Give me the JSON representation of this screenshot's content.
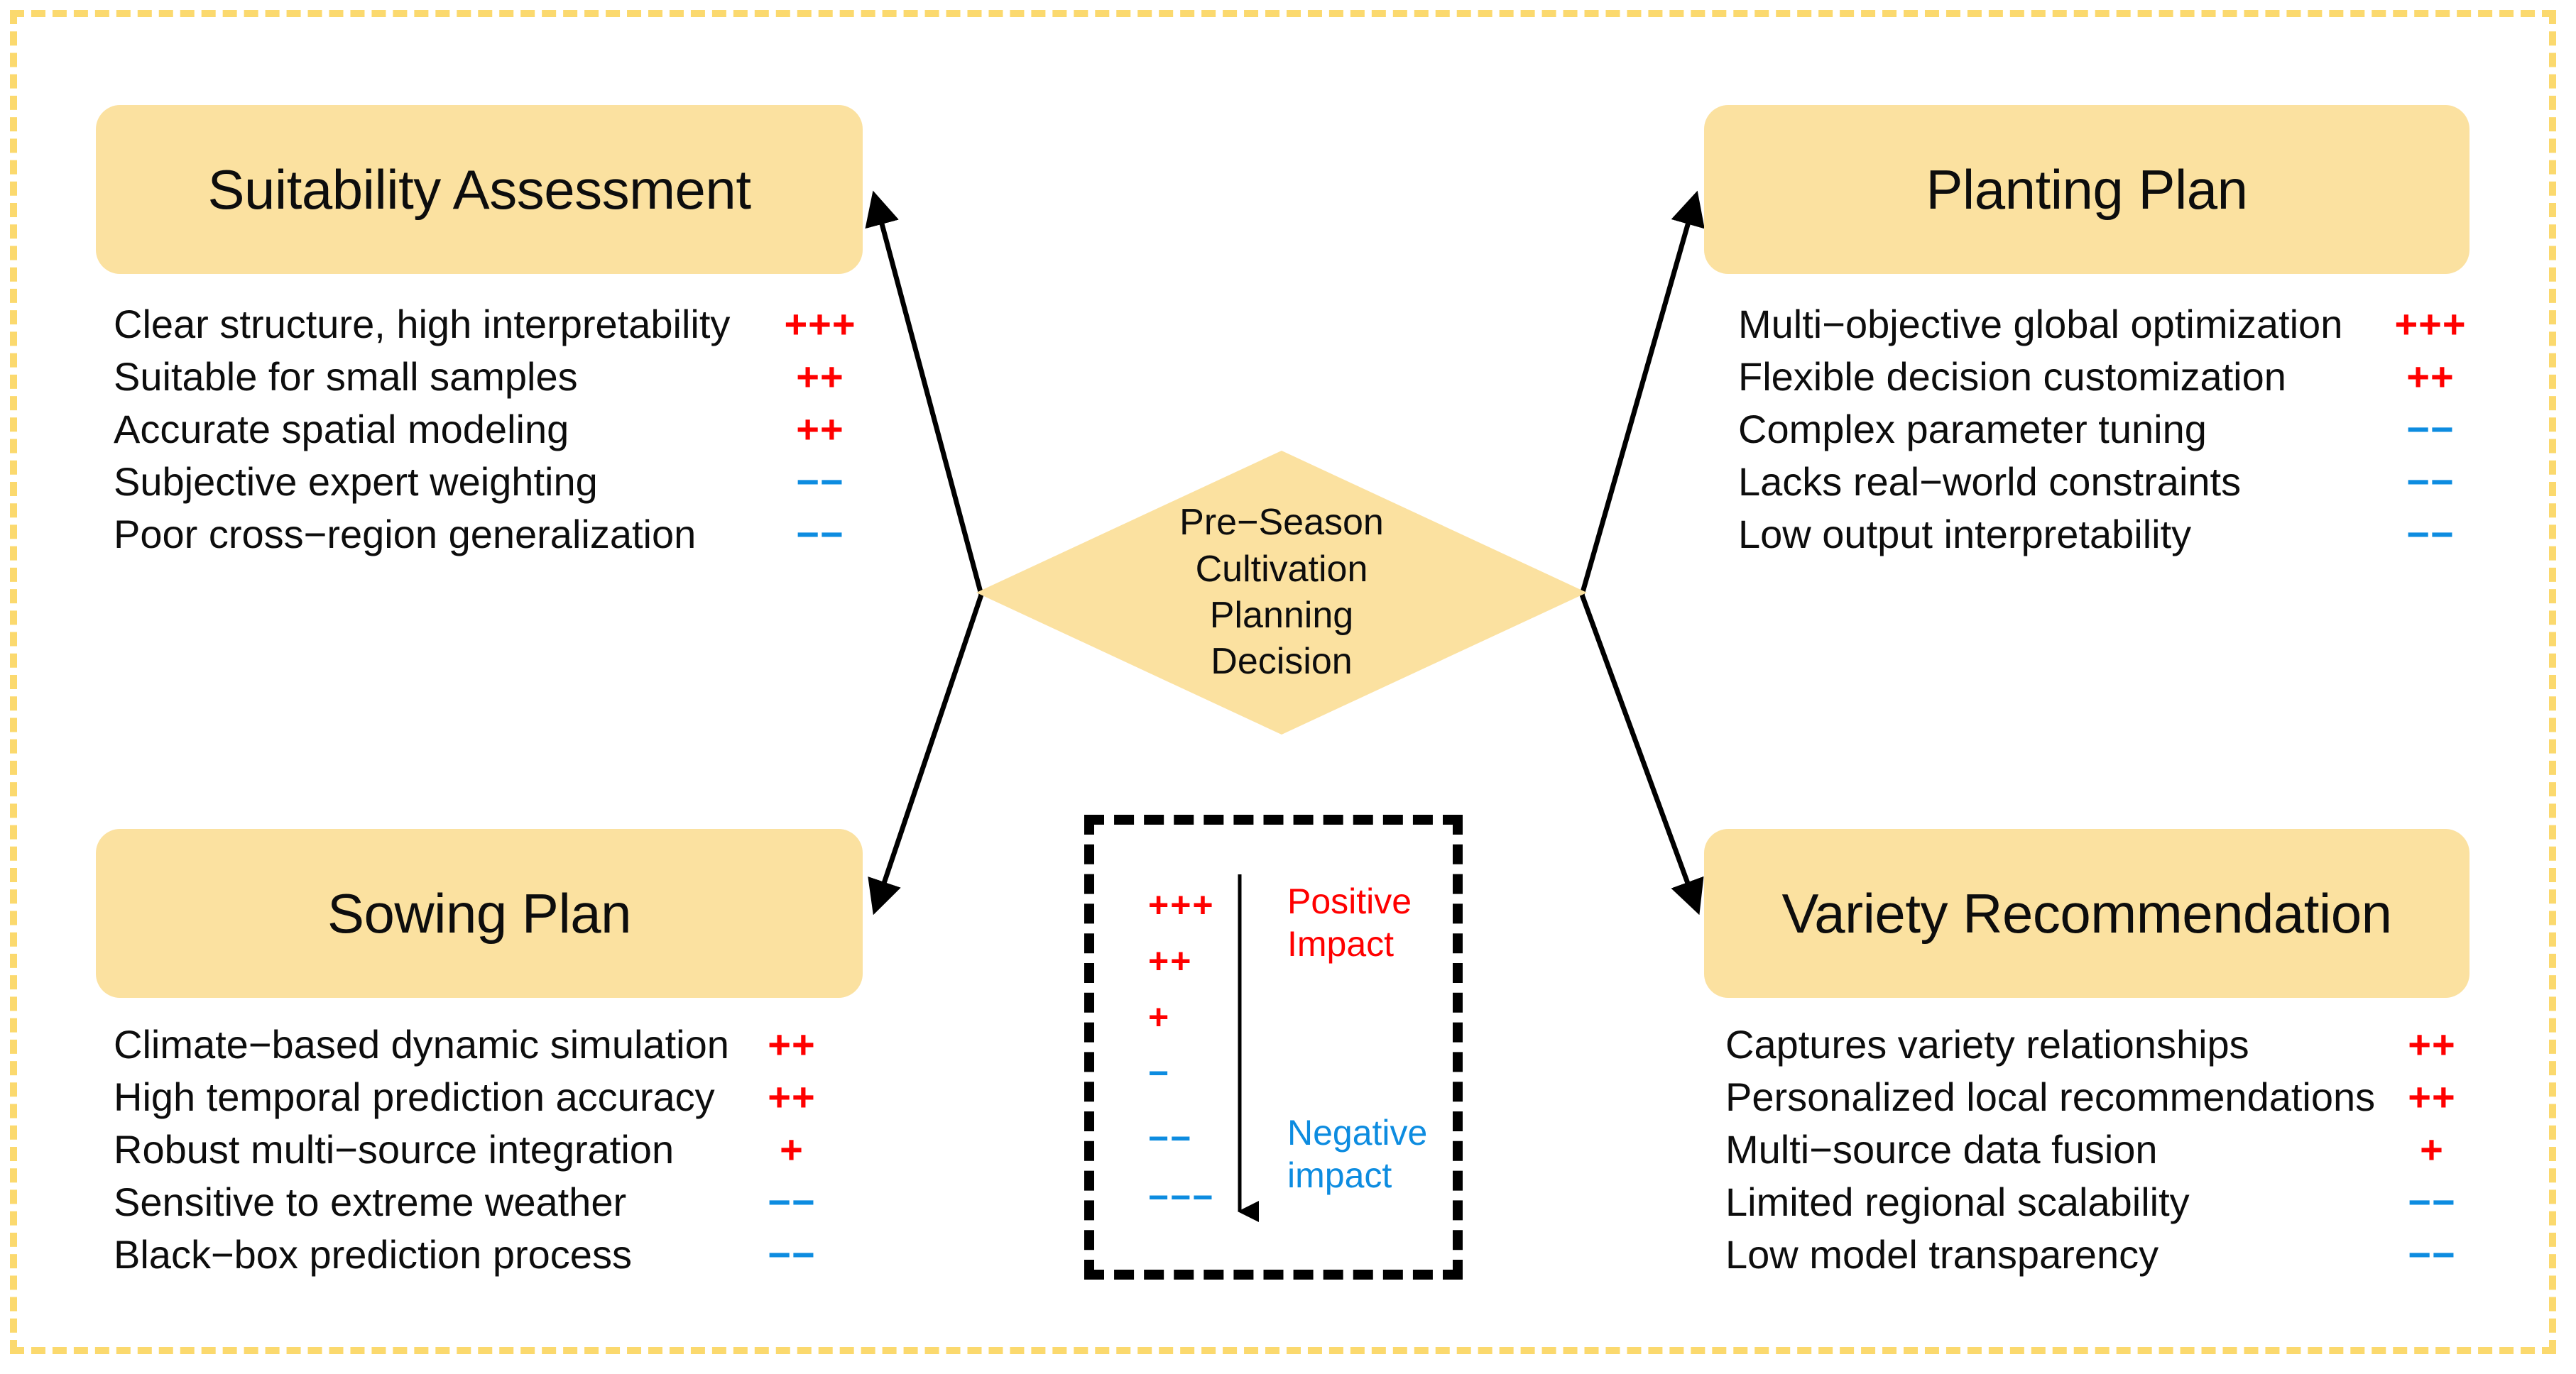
{
  "frame": {
    "border_color": "#fbd96e",
    "style": "dashed"
  },
  "palette": {
    "node_fill": "#fbe1a0",
    "positive": "#ff0000",
    "negative": "#0d8ce0",
    "text": "#0d0d0d",
    "connector": "#000000",
    "background": "#ffffff"
  },
  "center": {
    "shape": "diamond",
    "lines": [
      "Pre−Season",
      "Cultivation",
      "Planning",
      "Decision"
    ]
  },
  "quadrants": {
    "top_left": {
      "title": "Suitability Assessment",
      "features": [
        {
          "label": "Clear structure, high interpretability",
          "mark": "+++",
          "polarity": "positive"
        },
        {
          "label": "Suitable for small samples",
          "mark": "++",
          "polarity": "positive"
        },
        {
          "label": "Accurate spatial modeling",
          "mark": "++",
          "polarity": "positive"
        },
        {
          "label": "Subjective expert weighting",
          "mark": "−−",
          "polarity": "negative"
        },
        {
          "label": "Poor cross−region generalization",
          "mark": "−−",
          "polarity": "negative"
        }
      ]
    },
    "top_right": {
      "title": "Planting Plan",
      "features": [
        {
          "label": "Multi−objective global optimization",
          "mark": "+++",
          "polarity": "positive"
        },
        {
          "label": "Flexible decision customization",
          "mark": "++",
          "polarity": "positive"
        },
        {
          "label": "Complex parameter tuning",
          "mark": "−−",
          "polarity": "negative"
        },
        {
          "label": "Lacks real−world constraints",
          "mark": "−−",
          "polarity": "negative"
        },
        {
          "label": "Low output interpretability",
          "mark": "−−",
          "polarity": "negative"
        }
      ]
    },
    "bottom_left": {
      "title": "Sowing Plan",
      "features": [
        {
          "label": "Climate−based dynamic simulation",
          "mark": "++",
          "polarity": "positive"
        },
        {
          "label": "High temporal prediction accuracy",
          "mark": "++",
          "polarity": "positive"
        },
        {
          "label": "Robust multi−source integration",
          "mark": "+",
          "polarity": "positive"
        },
        {
          "label": "Sensitive to extreme weather",
          "mark": "−−",
          "polarity": "negative"
        },
        {
          "label": "Black−box prediction process",
          "mark": "−−",
          "polarity": "negative"
        }
      ]
    },
    "bottom_right": {
      "title": "Variety Recommendation",
      "features": [
        {
          "label": "Captures variety relationships",
          "mark": "++",
          "polarity": "positive"
        },
        {
          "label": "Personalized local recommendations",
          "mark": "++",
          "polarity": "positive"
        },
        {
          "label": "Multi−source data fusion",
          "mark": "+",
          "polarity": "positive"
        },
        {
          "label": "Limited regional scalability",
          "mark": "−−",
          "polarity": "negative"
        },
        {
          "label": "Low model transparency",
          "mark": "−−",
          "polarity": "negative"
        }
      ]
    }
  },
  "legend": {
    "scale": [
      "+++",
      "++",
      "+",
      "−",
      "−−",
      "−−−"
    ],
    "scale_polarity": [
      "positive",
      "positive",
      "positive",
      "negative",
      "negative",
      "negative"
    ],
    "positive_label": "Positive\nImpact",
    "negative_label": "Negative\nimpact",
    "arrow_direction": "down"
  }
}
